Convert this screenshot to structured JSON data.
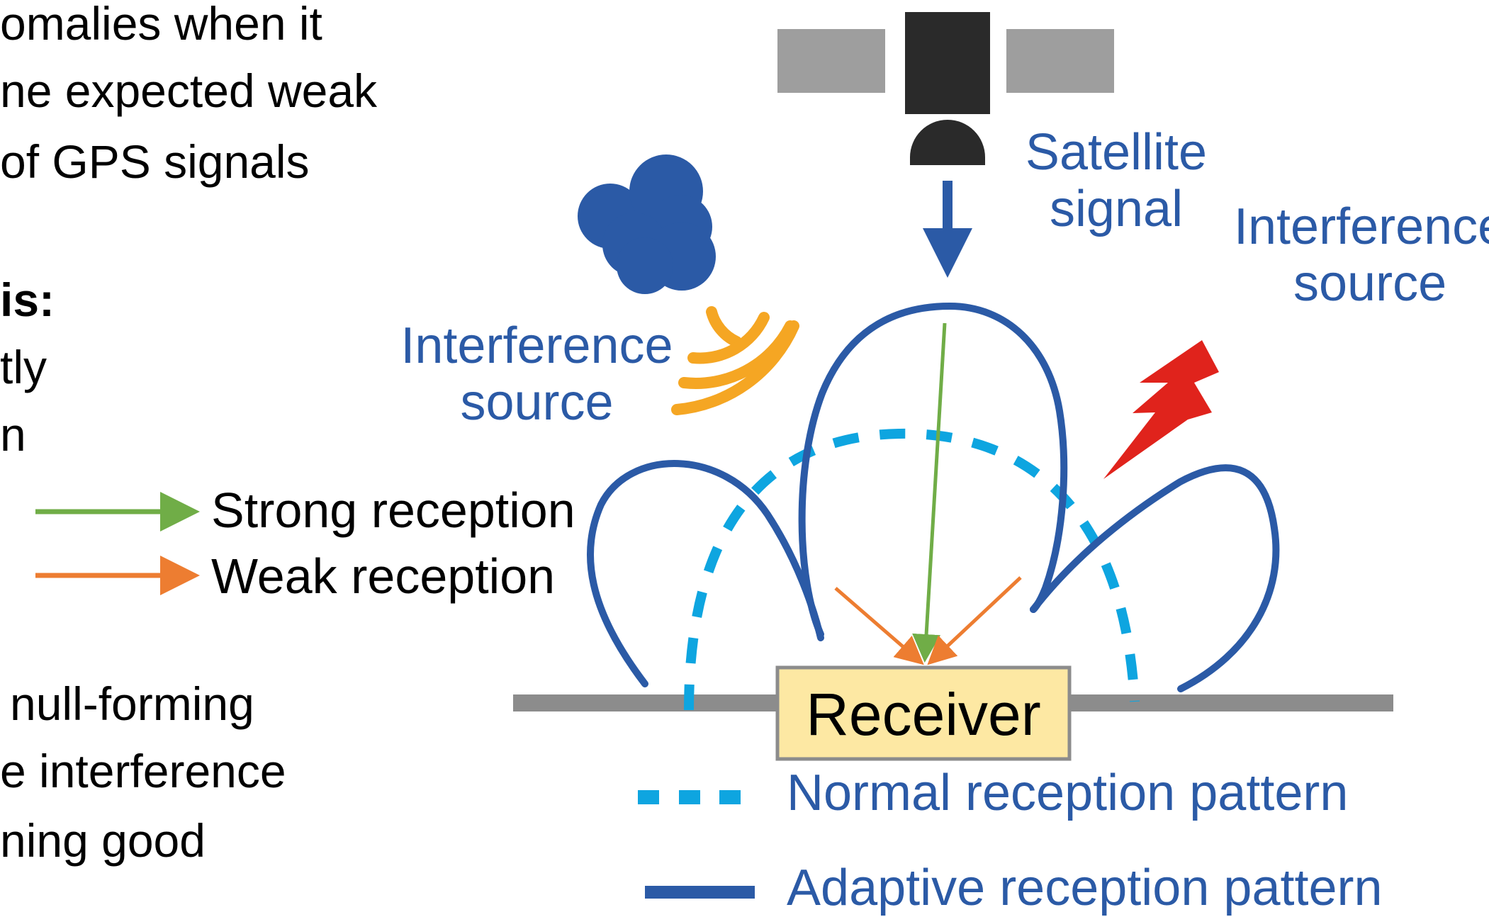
{
  "left_text": {
    "lines_top": [
      "omalies when it",
      "ne expected weak",
      "of GPS signals"
    ],
    "heading": "is:",
    "lines_mid": [
      "tly",
      "n"
    ],
    "lines_bottom": [
      "null-forming",
      "e interference",
      "ning good"
    ]
  },
  "arrow_legend": {
    "strong": "Strong reception",
    "weak": "Weak reception",
    "strong_color": "#70ad47",
    "weak_color": "#ed7d31"
  },
  "diagram": {
    "satellite_label": [
      "Satellite",
      "signal"
    ],
    "interference_left": [
      "Interference",
      "source"
    ],
    "interference_right": [
      "Interference",
      "source"
    ],
    "receiver": "Receiver",
    "normal_pattern": "Normal reception pattern",
    "adaptive_pattern": "Adaptive reception pattern",
    "colors": {
      "adaptive": "#2b5aa6",
      "normal": "#0ea5e0",
      "receiver_fill": "#fde8a3",
      "waves": "#f5a623",
      "lightning": "#e0231c",
      "ground": "#8c8c8c",
      "satellite_body": "#2a2a2a",
      "satellite_panel": "#9e9e9e"
    }
  }
}
